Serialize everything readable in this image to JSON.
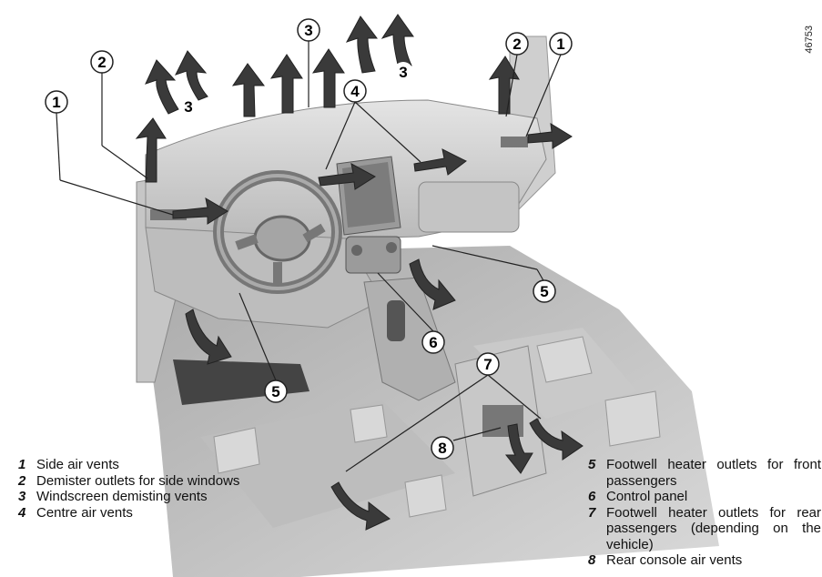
{
  "figure_code": "46753",
  "callout_numbers": {
    "n1": "1",
    "n2": "2",
    "n3": "3",
    "n4": "4",
    "n5": "5",
    "n6": "6",
    "n7": "7",
    "n8": "8"
  },
  "legend_left": [
    {
      "num": "1",
      "text": "Side air vents"
    },
    {
      "num": "2",
      "text": "Demister outlets for side windows"
    },
    {
      "num": "3",
      "text": "Windscreen demisting vents"
    },
    {
      "num": "4",
      "text": "Centre air vents"
    }
  ],
  "legend_right": [
    {
      "num": "5",
      "text": "Footwell heater outlets for front passengers"
    },
    {
      "num": "6",
      "text": "Control panel"
    },
    {
      "num": "7",
      "text": "Footwell heater outlets for rear passengers (depending on the vehicle)"
    },
    {
      "num": "8",
      "text": "Rear console air vents"
    }
  ],
  "colors": {
    "body_gray": "#c8c8c8",
    "dark_gray": "#8a8a8a",
    "arrow": "#3a3a3a",
    "floor": "#b5b5b5"
  }
}
